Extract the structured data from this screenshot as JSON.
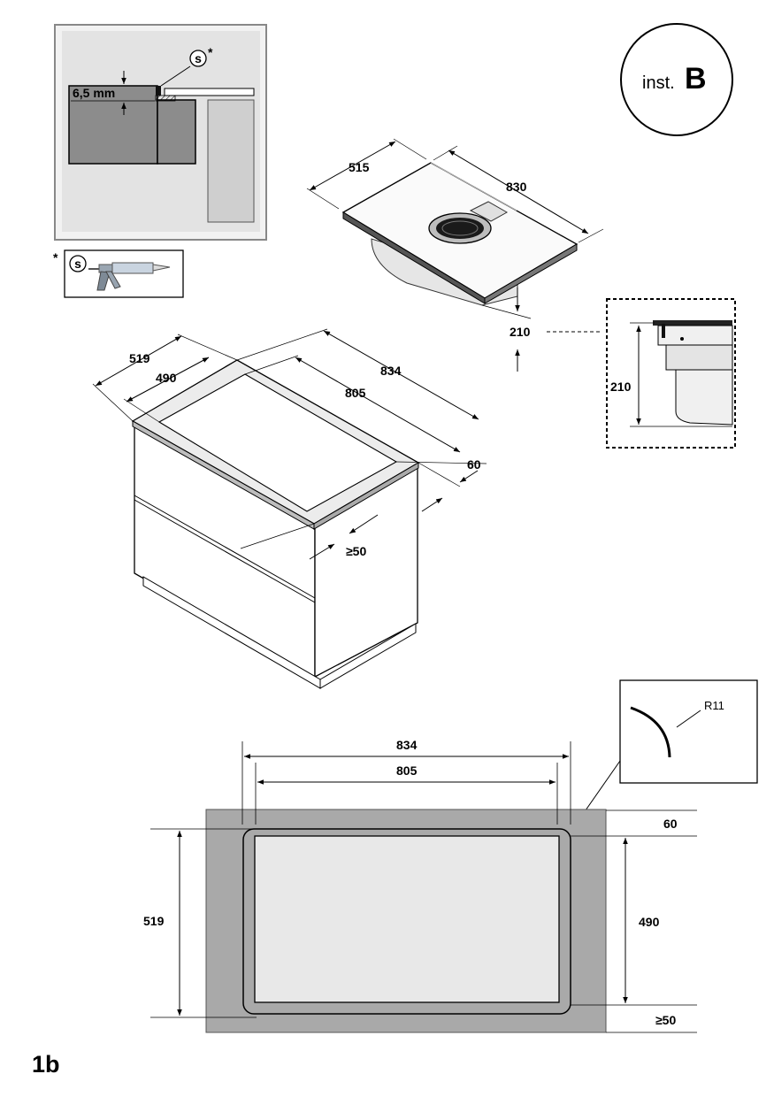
{
  "figure_label": "1b",
  "installation": {
    "prefix": "inst.",
    "type": "B"
  },
  "sealant": {
    "symbol": "s",
    "asterisk": "*",
    "thickness": "6,5 mm"
  },
  "hob": {
    "depth": "515",
    "width": "830",
    "height": "210"
  },
  "detail_height": "210",
  "cabinet": {
    "outer_depth": "519",
    "inner_depth": "490",
    "outer_width": "834",
    "inner_width": "805",
    "front_offset": "60",
    "rear_clearance": "≥50"
  },
  "cutout": {
    "outer_width": "834",
    "inner_width": "805",
    "outer_depth": "519",
    "inner_depth": "490",
    "front_offset": "60",
    "rear_clearance": "≥50",
    "corner_radius": "R11"
  }
}
